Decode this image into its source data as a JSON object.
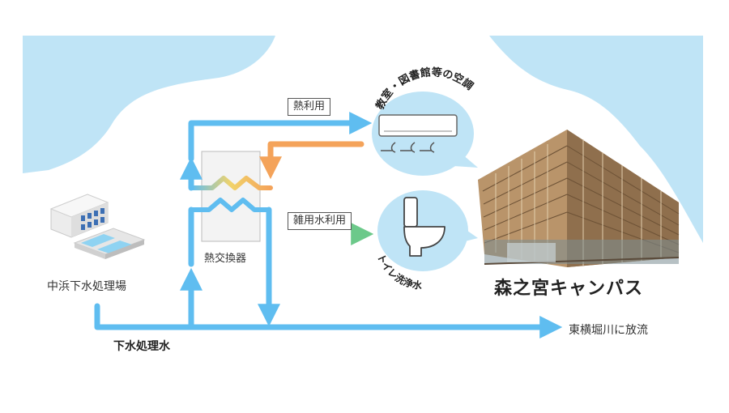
{
  "labels": {
    "treatment_plant": "中浜下水処理場",
    "heat_exchanger": "熱交換器",
    "heat_use": "熱利用",
    "misc_water_use": "雑用水利用",
    "treated_water": "下水処理水",
    "discharge": "東横堀川に放流",
    "campus": "森之宮キャンパス",
    "air_conditioning": "教室・図書館等の空調",
    "toilet_flushing": "トイレ洗浄水"
  },
  "colors": {
    "sky": "#bfe4f6",
    "flow": "#5fbdf0",
    "return_warm": "#f4a35a",
    "misc_flow_end": "#6cc98a"
  },
  "icons": [
    "building-icon",
    "pool-icon",
    "heat-exchanger-icon",
    "air-conditioner-icon",
    "toilet-icon",
    "campus-building-icon"
  ]
}
